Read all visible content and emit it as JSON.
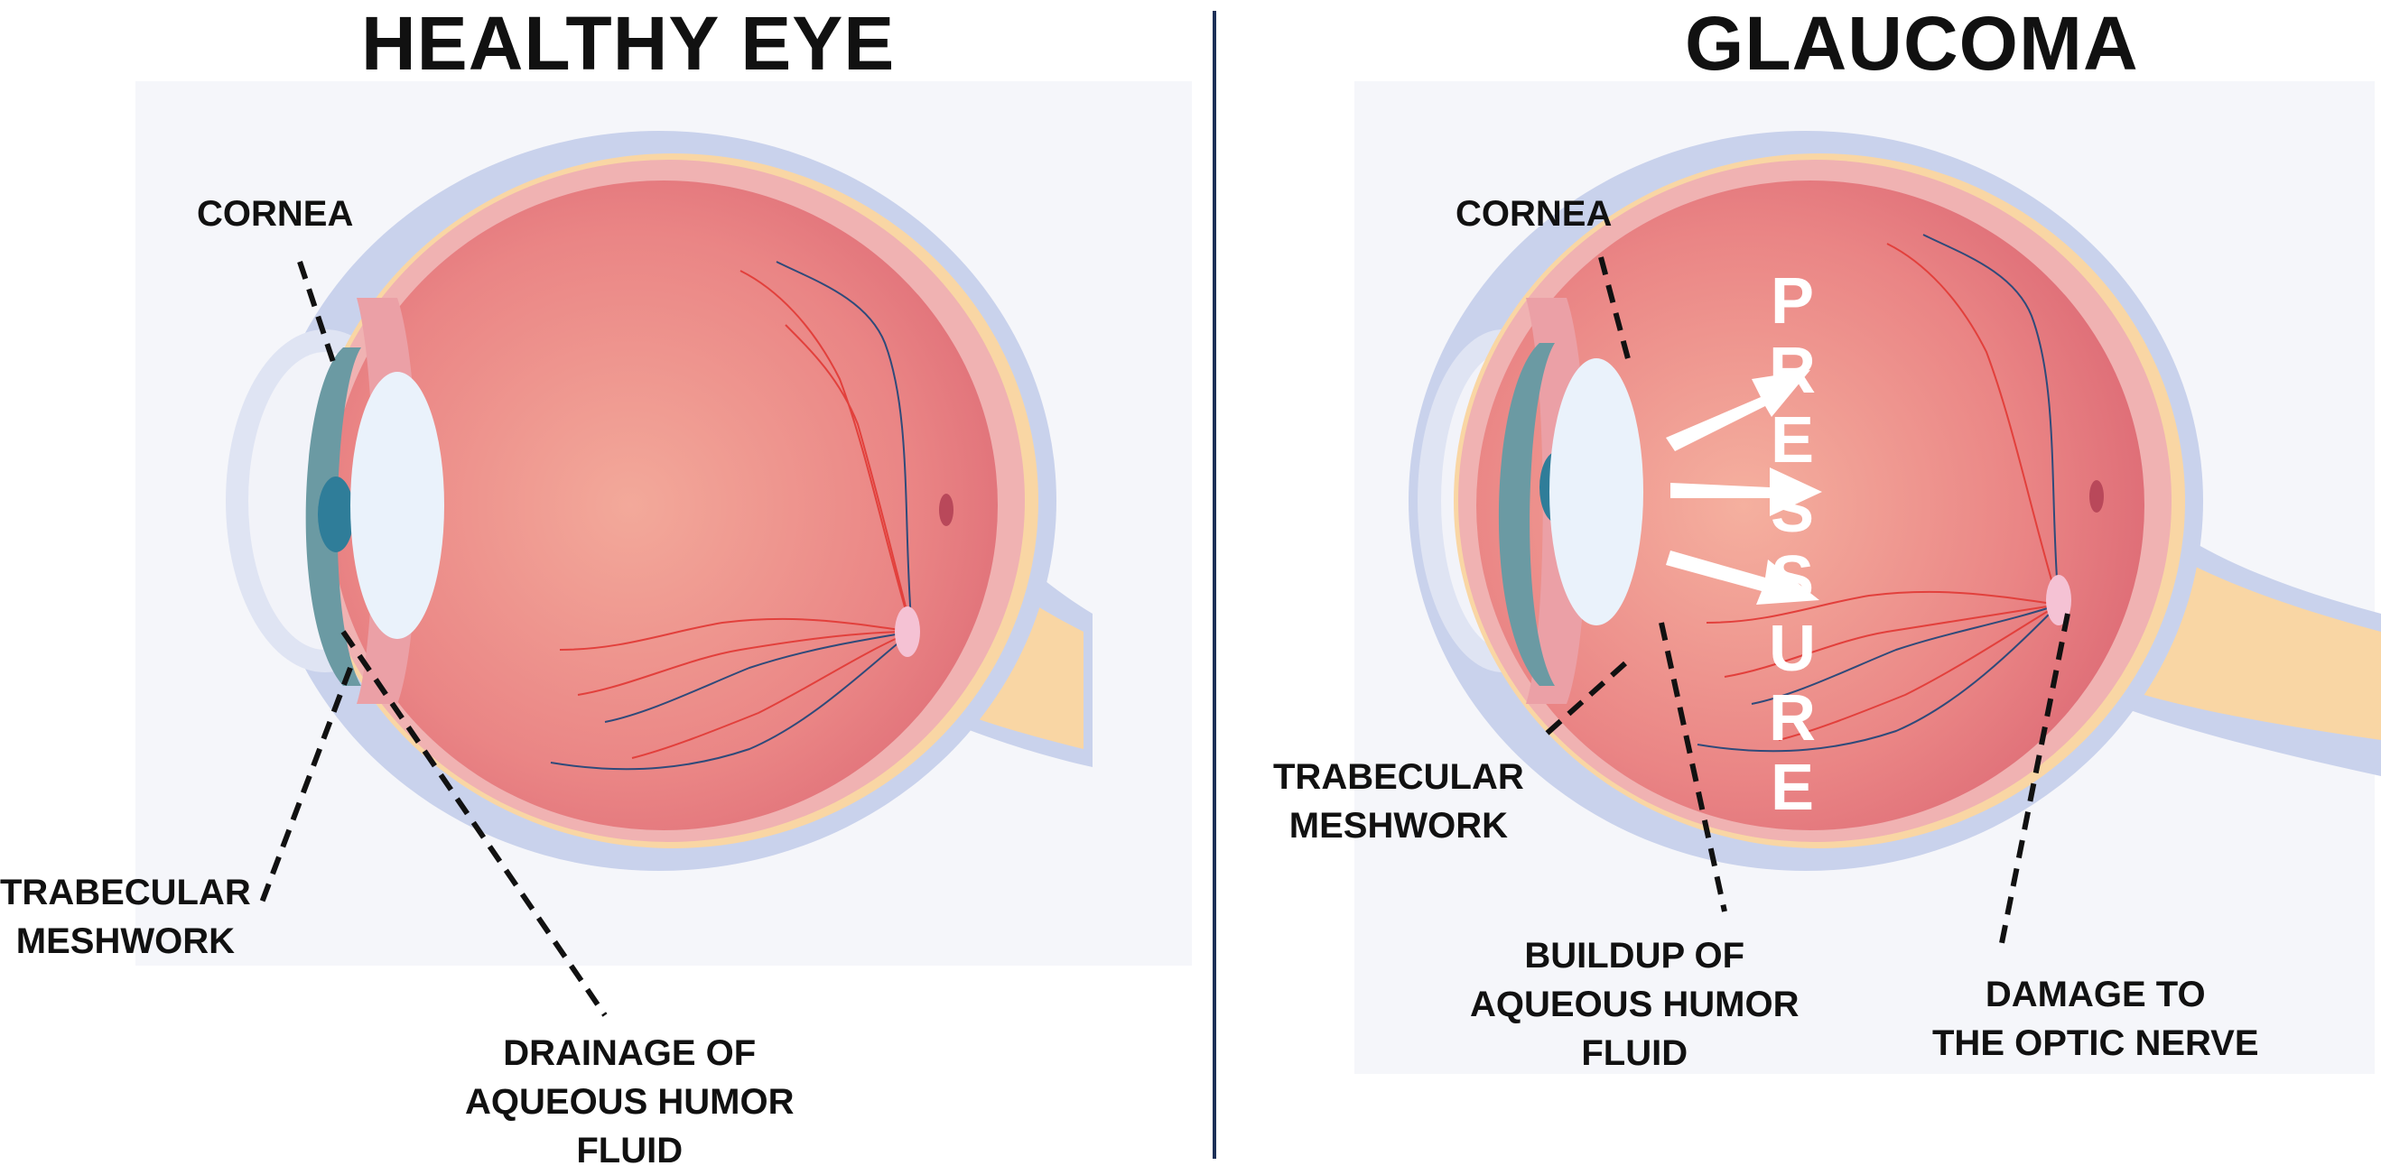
{
  "healthy": {
    "title": "HEALTHY EYE",
    "labels": {
      "cornea": "CORNEA",
      "trabecular": [
        "TRABECULAR",
        "MESHWORK"
      ],
      "drainage": [
        "DRAINAGE OF",
        "AQUEOUS HUMOR",
        "FLUID"
      ]
    }
  },
  "glaucoma": {
    "title": "GLAUCOMA",
    "pressure_word": [
      "P",
      "R",
      "E",
      "S",
      "S",
      "U",
      "R",
      "E"
    ],
    "labels": {
      "cornea": "CORNEA",
      "trabecular": [
        "TRABECULAR",
        "MESHWORK"
      ],
      "buildup": [
        "BUILDUP OF",
        "AQUEOUS HUMOR",
        "FLUID"
      ],
      "damage": [
        "DAMAGE TO",
        "THE OPTIC NERVE"
      ]
    }
  },
  "colors": {
    "divider": "#1c2f57",
    "sclera_outer": "#c9d2ec",
    "eyeball": "#ec8484",
    "cornea": "#6b9aa3",
    "iris": "#2f7d99",
    "lens": "#eaf2fb",
    "optic_nerve": "#f9d6a4",
    "vessel_red": "#e2403c",
    "vessel_blue": "#2f4a7a",
    "arrow": "#ffffff"
  }
}
